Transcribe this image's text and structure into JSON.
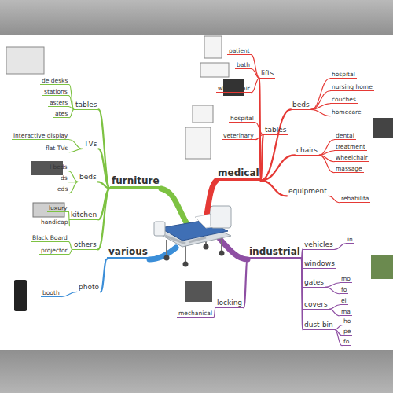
{
  "diagram": {
    "nodes": [
      {
        "text": [
          "furniture"
        ]
      },
      {
        "text": [
          "tables"
        ]
      },
      {
        "text": [
          "de desks"
        ]
      },
      {
        "text": [
          "stations"
        ]
      },
      {
        "text": [
          "asters"
        ]
      },
      {
        "text": [
          "ates"
        ]
      },
      {
        "text": [
          "TVs"
        ]
      },
      {
        "text": [
          "interactive display"
        ]
      },
      {
        "text": [
          "flat TVs"
        ]
      },
      {
        "text": [
          "beds"
        ]
      },
      {
        "text": [
          "l beds"
        ]
      },
      {
        "text": [
          "ds"
        ]
      },
      {
        "text": [
          "eds"
        ]
      },
      {
        "text": [
          "kitchen"
        ]
      },
      {
        "text": [
          "luxury"
        ]
      },
      {
        "text": [
          "handicap"
        ]
      },
      {
        "text": [
          "others"
        ]
      },
      {
        "text": [
          "Black Board"
        ]
      },
      {
        "text": [
          "projector"
        ]
      },
      {
        "text": [
          "medical"
        ]
      },
      {
        "text": [
          "lifts"
        ]
      },
      {
        "text": [
          "patient"
        ]
      },
      {
        "text": [
          "bath"
        ]
      },
      {
        "text": [
          "wheelchair"
        ]
      },
      {
        "text": [
          "tables"
        ]
      },
      {
        "text": [
          "hospital"
        ]
      },
      {
        "text": [
          "veterinary"
        ]
      },
      {
        "text": [
          "beds"
        ]
      },
      {
        "text": [
          "hospital"
        ]
      },
      {
        "text": [
          "nursing home"
        ]
      },
      {
        "text": [
          "couches"
        ]
      },
      {
        "text": [
          "homecare"
        ]
      },
      {
        "text": [
          "chairs"
        ]
      },
      {
        "text": [
          "dental"
        ]
      },
      {
        "text": [
          "treatment"
        ]
      },
      {
        "text": [
          "wheelchair"
        ]
      },
      {
        "text": [
          "massage"
        ]
      },
      {
        "text": [
          "equipment"
        ]
      },
      {
        "text": [
          "rehabilita"
        ]
      },
      {
        "text": [
          "industrial"
        ]
      },
      {
        "text": [
          "vehicles"
        ]
      },
      {
        "text": [
          "in"
        ]
      },
      {
        "text": [
          "windows"
        ]
      },
      {
        "text": [
          "gates"
        ]
      },
      {
        "text": [
          "mo"
        ]
      },
      {
        "text": [
          "fo"
        ]
      },
      {
        "text": [
          "covers"
        ]
      },
      {
        "text": [
          "el"
        ]
      },
      {
        "text": [
          "ma"
        ]
      },
      {
        "text": [
          "dust-bin"
        ]
      },
      {
        "text": [
          "ho"
        ]
      },
      {
        "text": [
          "pe"
        ]
      },
      {
        "text": [
          "fo"
        ]
      },
      {
        "text": [
          "locking"
        ]
      },
      {
        "text": [
          "mechanical"
        ]
      },
      {
        "text": [
          "various"
        ]
      },
      {
        "text": [
          "photo"
        ]
      },
      {
        "text": [
          "booth"
        ]
      }
    ],
    "edges": [
      {
        "from": 0,
        "to": 1,
        "arrow": "none"
      },
      {
        "from": 1,
        "to": 2,
        "arrow": "none"
      },
      {
        "from": 1,
        "to": 3,
        "arrow": "none"
      },
      {
        "from": 1,
        "to": 4,
        "arrow": "none"
      },
      {
        "from": 1,
        "to": 5,
        "arrow": "none"
      },
      {
        "from": 0,
        "to": 6,
        "arrow": "none"
      },
      {
        "from": 6,
        "to": 7,
        "arrow": "none"
      },
      {
        "from": 6,
        "to": 8,
        "arrow": "none"
      },
      {
        "from": 0,
        "to": 9,
        "arrow": "none"
      },
      {
        "from": 9,
        "to": 10,
        "arrow": "none"
      },
      {
        "from": 9,
        "to": 11,
        "arrow": "none"
      },
      {
        "from": 9,
        "to": 12,
        "arrow": "none"
      },
      {
        "from": 0,
        "to": 13,
        "arrow": "none"
      },
      {
        "from": 13,
        "to": 14,
        "arrow": "none"
      },
      {
        "from": 13,
        "to": 15,
        "arrow": "none"
      },
      {
        "from": 0,
        "to": 16,
        "arrow": "none"
      },
      {
        "from": 16,
        "to": 17,
        "arrow": "none"
      },
      {
        "from": 16,
        "to": 18,
        "arrow": "none"
      },
      {
        "from": 19,
        "to": 20,
        "arrow": "none"
      },
      {
        "from": 20,
        "to": 21,
        "arrow": "none"
      },
      {
        "from": 20,
        "to": 22,
        "arrow": "none"
      },
      {
        "from": 20,
        "to": 23,
        "arrow": "none"
      },
      {
        "from": 19,
        "to": 24,
        "arrow": "none"
      },
      {
        "from": 24,
        "to": 25,
        "arrow": "none"
      },
      {
        "from": 24,
        "to": 26,
        "arrow": "none"
      },
      {
        "from": 19,
        "to": 27,
        "arrow": "none"
      },
      {
        "from": 27,
        "to": 28,
        "arrow": "none"
      },
      {
        "from": 27,
        "to": 29,
        "arrow": "none"
      },
      {
        "from": 27,
        "to": 30,
        "arrow": "none"
      },
      {
        "from": 27,
        "to": 31,
        "arrow": "none"
      },
      {
        "from": 19,
        "to": 32,
        "arrow": "none"
      },
      {
        "from": 32,
        "to": 33,
        "arrow": "none"
      },
      {
        "from": 32,
        "to": 34,
        "arrow": "none"
      },
      {
        "from": 32,
        "to": 35,
        "arrow": "none"
      },
      {
        "from": 32,
        "to": 36,
        "arrow": "none"
      },
      {
        "from": 19,
        "to": 37,
        "arrow": "none"
      },
      {
        "from": 37,
        "to": 38,
        "arrow": "none"
      },
      {
        "from": 39,
        "to": 40,
        "arrow": "none"
      },
      {
        "from": 40,
        "to": 41,
        "arrow": "none"
      },
      {
        "from": 39,
        "to": 42,
        "arrow": "none"
      },
      {
        "from": 39,
        "to": 43,
        "arrow": "none"
      },
      {
        "from": 43,
        "to": 44,
        "arrow": "none"
      },
      {
        "from": 43,
        "to": 45,
        "arrow": "none"
      },
      {
        "from": 39,
        "to": 46,
        "arrow": "none"
      },
      {
        "from": 46,
        "to": 47,
        "arrow": "none"
      },
      {
        "from": 46,
        "to": 48,
        "arrow": "none"
      },
      {
        "from": 39,
        "to": 49,
        "arrow": "none"
      },
      {
        "from": 49,
        "to": 50,
        "arrow": "none"
      },
      {
        "from": 49,
        "to": 51,
        "arrow": "none"
      },
      {
        "from": 49,
        "to": 52,
        "arrow": "none"
      },
      {
        "from": 39,
        "to": 53,
        "arrow": "none"
      },
      {
        "from": 53,
        "to": 54,
        "arrow": "none"
      },
      {
        "from": 55,
        "to": 56,
        "arrow": "none"
      },
      {
        "from": 56,
        "to": 57,
        "arrow": "none"
      }
    ]
  }
}
